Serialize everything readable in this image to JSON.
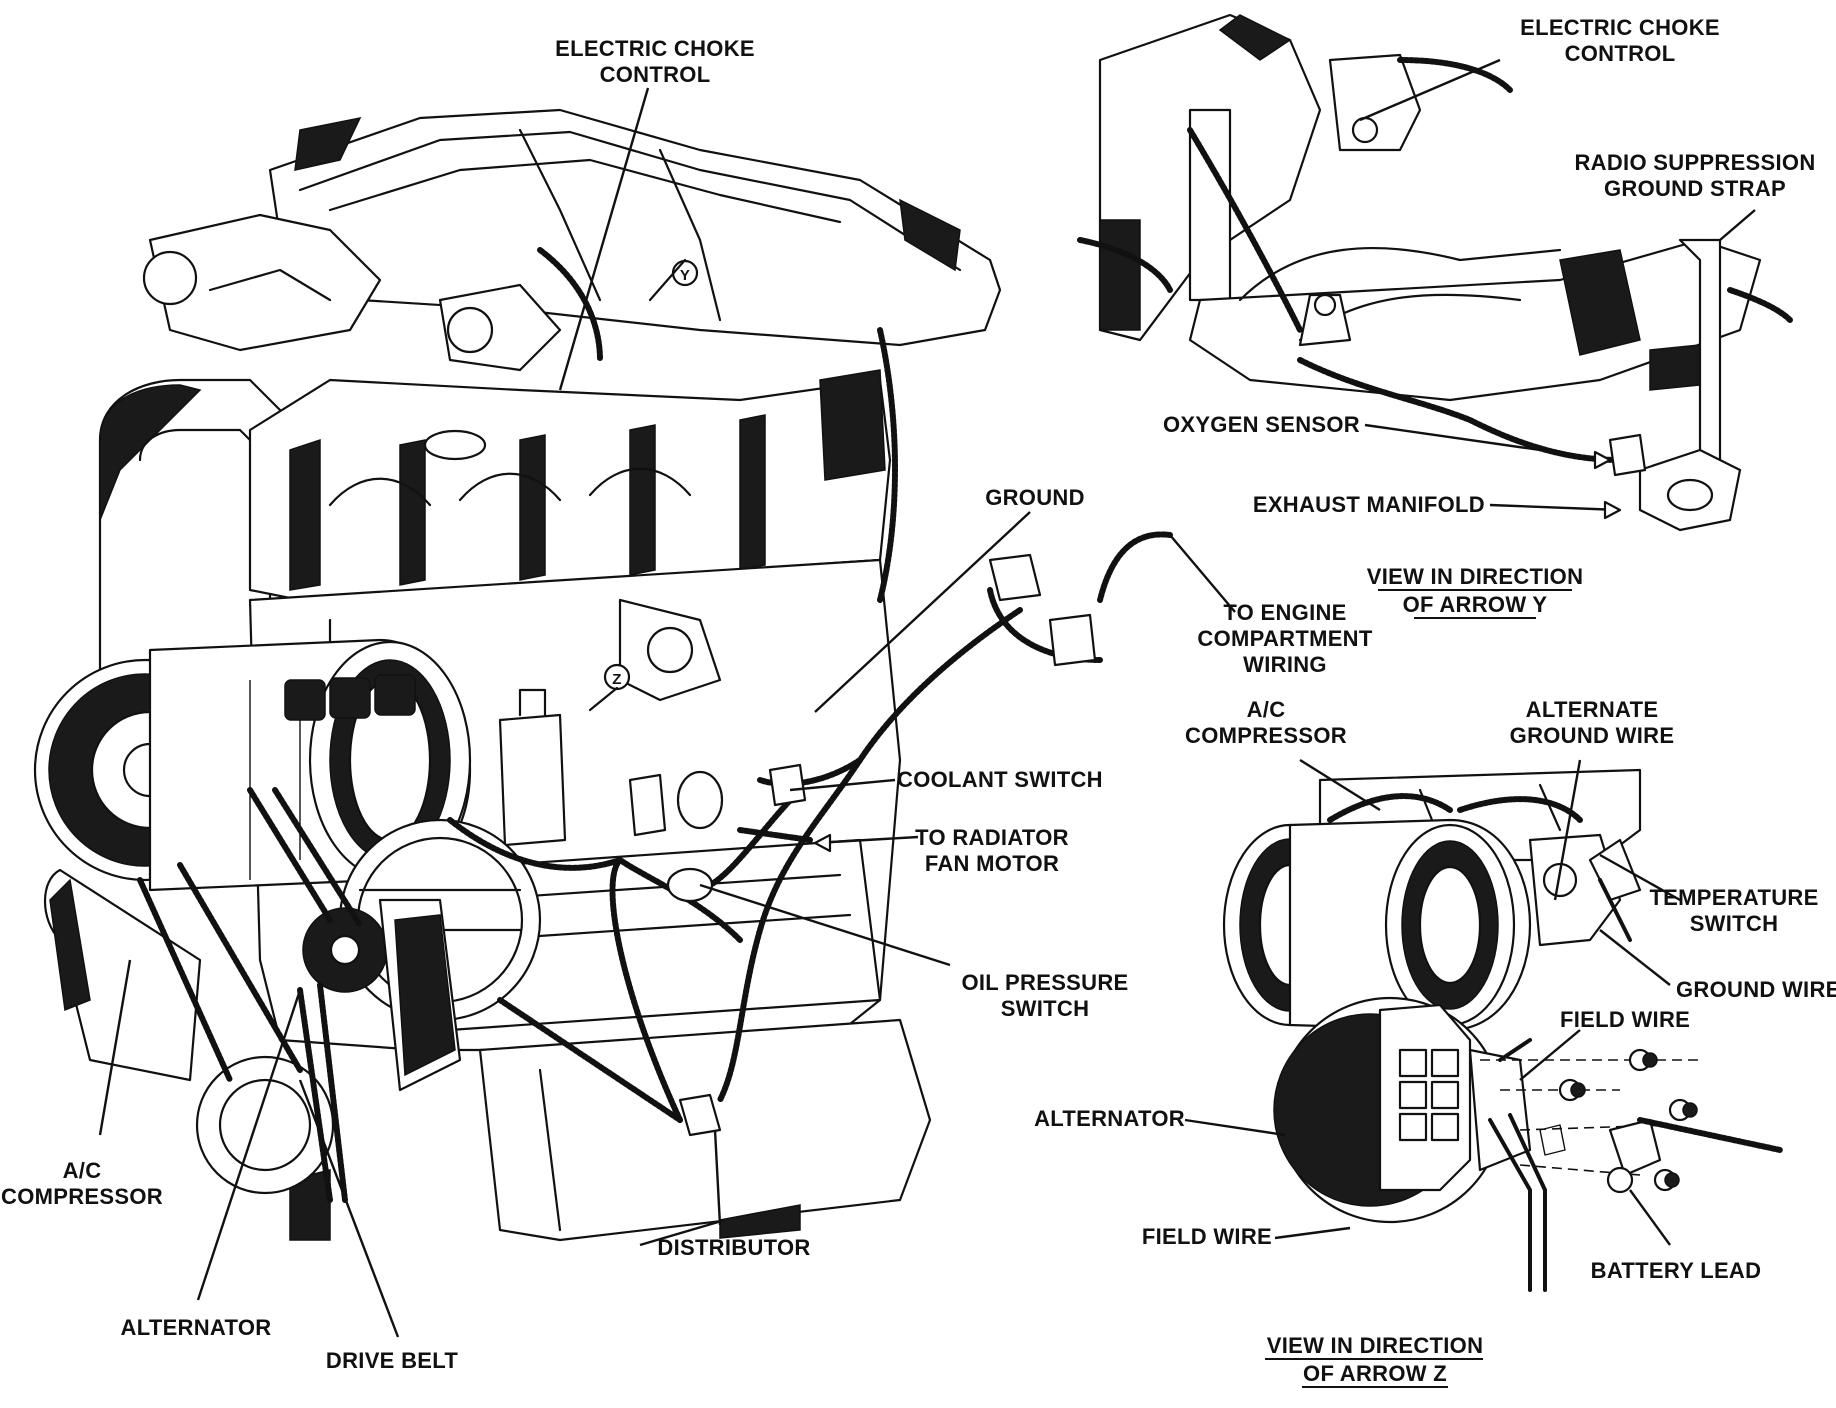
{
  "labels": {
    "electric_choke_main": [
      "ELECTRIC CHOKE",
      "CONTROL"
    ],
    "ground": "GROUND",
    "to_engine_compartment": [
      "TO ENGINE",
      "COMPARTMENT",
      "WIRING"
    ],
    "coolant_switch": "COOLANT SWITCH",
    "to_radiator_fan": [
      "TO RADIATOR",
      "FAN MOTOR"
    ],
    "oil_pressure": [
      "OIL PRESSURE",
      "SWITCH"
    ],
    "ac_compressor_main": [
      "A/C",
      "COMPRESSOR"
    ],
    "alternator_main": "ALTERNATOR",
    "drive_belt": "DRIVE BELT",
    "distributor": "DISTRIBUTOR",
    "marker_y": "Y",
    "marker_z": "Z",
    "electric_choke_y": [
      "ELECTRIC CHOKE",
      "CONTROL"
    ],
    "radio_suppression": [
      "RADIO SUPPRESSION",
      "GROUND STRAP"
    ],
    "oxygen_sensor": "OXYGEN SENSOR",
    "exhaust_manifold": "EXHAUST MANIFOLD",
    "view_y": [
      "VIEW IN DIRECTION",
      "OF ARROW Y"
    ],
    "ac_compressor_z": [
      "A/C",
      "COMPRESSOR"
    ],
    "alternate_ground": [
      "ALTERNATE",
      "GROUND WIRE"
    ],
    "temperature_switch": [
      "TEMPERATURE",
      "SWITCH"
    ],
    "ground_wire": "GROUND WIRE",
    "field_wire_top": "FIELD WIRE",
    "alternator_z": "ALTERNATOR",
    "field_wire_bottom": "FIELD WIRE",
    "battery_lead": "BATTERY LEAD",
    "view_z": [
      "VIEW IN DIRECTION",
      "OF ARROW Z"
    ]
  },
  "colors": {
    "ink": "#111111",
    "paper": "#ffffff"
  }
}
